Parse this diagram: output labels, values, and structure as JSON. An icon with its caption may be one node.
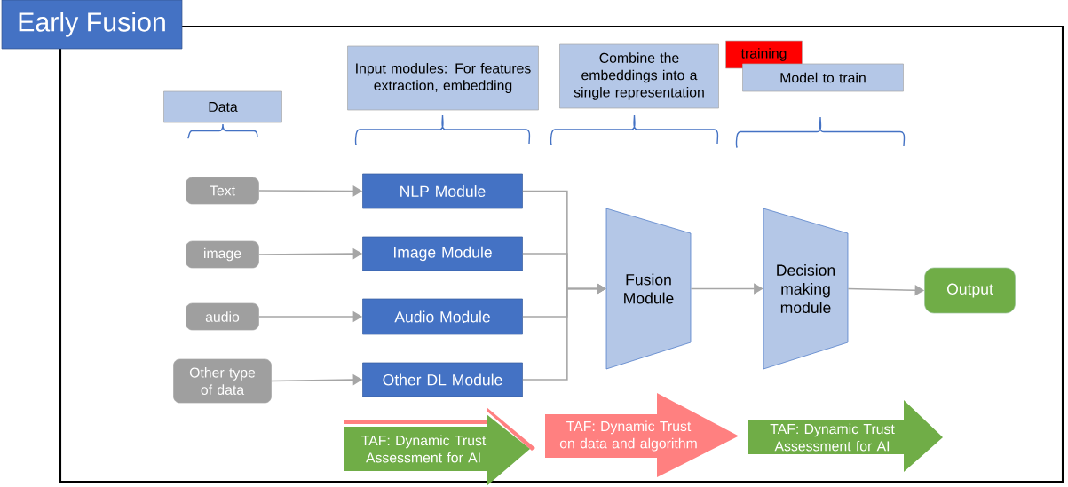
{
  "diagram": {
    "title": "Early Fusion",
    "nodes": [
      {
        "text": [
          "Data"
        ]
      },
      {
        "text": [
          "Input modules: For features extraction, embedding"
        ]
      },
      {
        "text": [
          "Combine the embeddings into a single representation"
        ]
      },
      {
        "text": [
          "training"
        ]
      },
      {
        "text": [
          "Model to train"
        ]
      },
      {
        "text": [
          "Text"
        ]
      },
      {
        "text": [
          "image"
        ]
      },
      {
        "text": [
          "audio"
        ]
      },
      {
        "text": [
          "Other type of data"
        ]
      },
      {
        "text": [
          "NLP Module"
        ]
      },
      {
        "text": [
          "Image Module"
        ]
      },
      {
        "text": [
          "Audio Module"
        ]
      },
      {
        "text": [
          "Other DL Module"
        ]
      },
      {
        "text": [
          "Fusion Module"
        ]
      },
      {
        "text": [
          "Decision making module"
        ]
      },
      {
        "text": [
          "Output"
        ]
      },
      {
        "text": [
          "TAF: Dynamic Trust Assessment for AI"
        ]
      },
      {
        "text": [
          "TAF: Dynamic Trust on data and algorithm"
        ]
      },
      {
        "text": [
          "TAF: Dynamic Trust Assessment for AI"
        ]
      }
    ],
    "edges": [
      {
        "from": 5,
        "to": 9,
        "arrow": "to"
      },
      {
        "from": 6,
        "to": 10,
        "arrow": "to"
      },
      {
        "from": 7,
        "to": 11,
        "arrow": "to"
      },
      {
        "from": 8,
        "to": 12,
        "arrow": "to"
      },
      {
        "from": 9,
        "to": 13,
        "arrow": "to"
      },
      {
        "from": 10,
        "to": 13,
        "arrow": "to"
      },
      {
        "from": 11,
        "to": 13,
        "arrow": "to"
      },
      {
        "from": 12,
        "to": 13,
        "arrow": "to"
      },
      {
        "from": 13,
        "to": 14,
        "arrow": "to"
      },
      {
        "from": 14,
        "to": 15,
        "arrow": "to"
      }
    ]
  }
}
